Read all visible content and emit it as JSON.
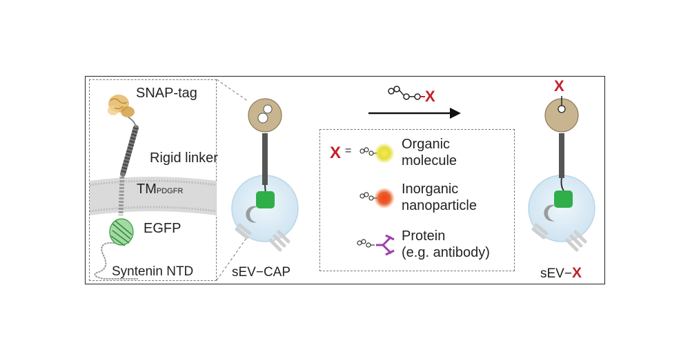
{
  "inset_labels": {
    "snap_tag": "SNAP-tag",
    "rigid_linker": "Rigid linker",
    "tm_prefix": "TM",
    "tm_subscript": "PDGFR",
    "egfp": "EGFP",
    "syntenin": "Syntenin NTD"
  },
  "sev_cap_label": "sEV−CAP",
  "reaction": {
    "product_symbol": "X"
  },
  "legend": {
    "x_symbol": "X",
    "equals": "=",
    "items": [
      {
        "line1": "Organic",
        "line2": "molecule",
        "color": "#e8dd3a"
      },
      {
        "line1": "Inorganic",
        "line2": "nanoparticle",
        "color": "#e0542a"
      },
      {
        "line1": "Protein",
        "line2": "(e.g. antibody)",
        "color": "#9b3fa8"
      }
    ]
  },
  "sev_x_label": {
    "prefix": "sEV−",
    "symbol": "X"
  },
  "colors": {
    "accent_red": "#c41e2a",
    "egfp_green": "#2fae4a",
    "snap_tan": "#c8b48f",
    "vesicle_blue": "#d9ebf5"
  }
}
